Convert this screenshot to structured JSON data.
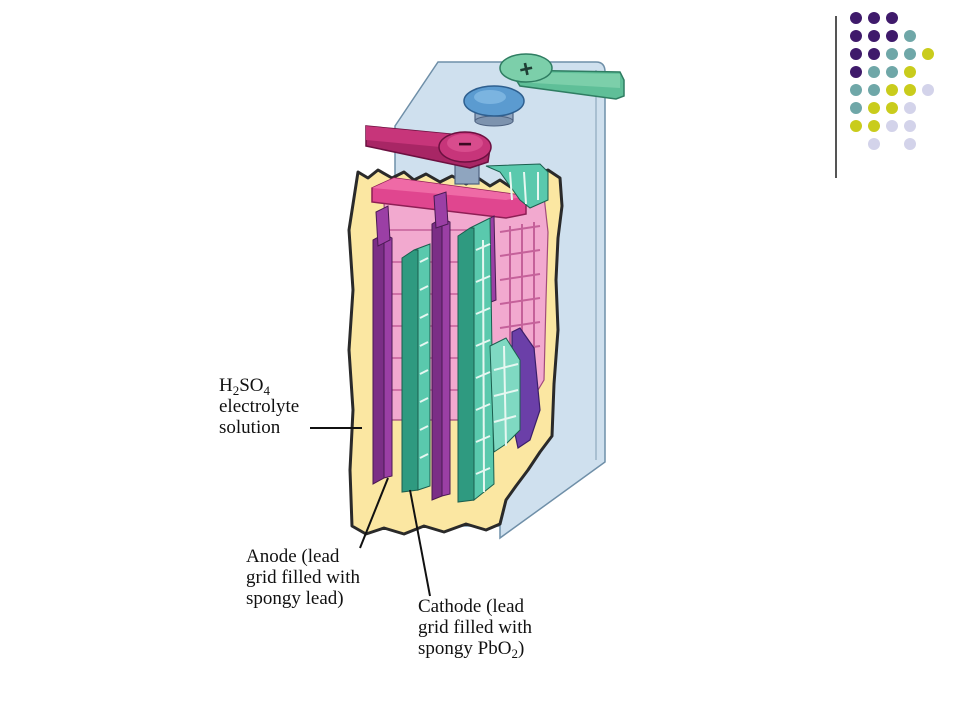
{
  "labels": {
    "electrolyte": {
      "formula": {
        "h": "H",
        "sub1": "2",
        "so": "SO",
        "sub2": "4"
      },
      "line2": "electrolyte",
      "line3": "solution"
    },
    "anode": {
      "line1": "Anode (lead",
      "line2": "grid filled with",
      "line3": "spongy lead)"
    },
    "cathode": {
      "line1": "Cathode (lead",
      "line2": "grid filled with",
      "line3_pre": "spongy PbO",
      "line3_sub": "2",
      "line3_post": ")"
    }
  },
  "terminals": {
    "positive_symbol": "+",
    "negative_symbol": "−"
  },
  "colors": {
    "case": "#cfe0ee",
    "electrolyte": "#fbe7a2",
    "anode_plate": "#9b3fa5",
    "cathode_plate": "#3fb59a",
    "grid_pink": "#f2a9cf",
    "connector": "#e0468f",
    "positive_terminal": "#7ccfaa",
    "negative_terminal": "#c7357a",
    "cap": "#5b9bd0",
    "dot_purple": "#3f1a6b",
    "dot_teal": "#6fa7a8",
    "dot_yellow": "#c9cc1c",
    "dot_lavender": "#d3d3ea"
  }
}
